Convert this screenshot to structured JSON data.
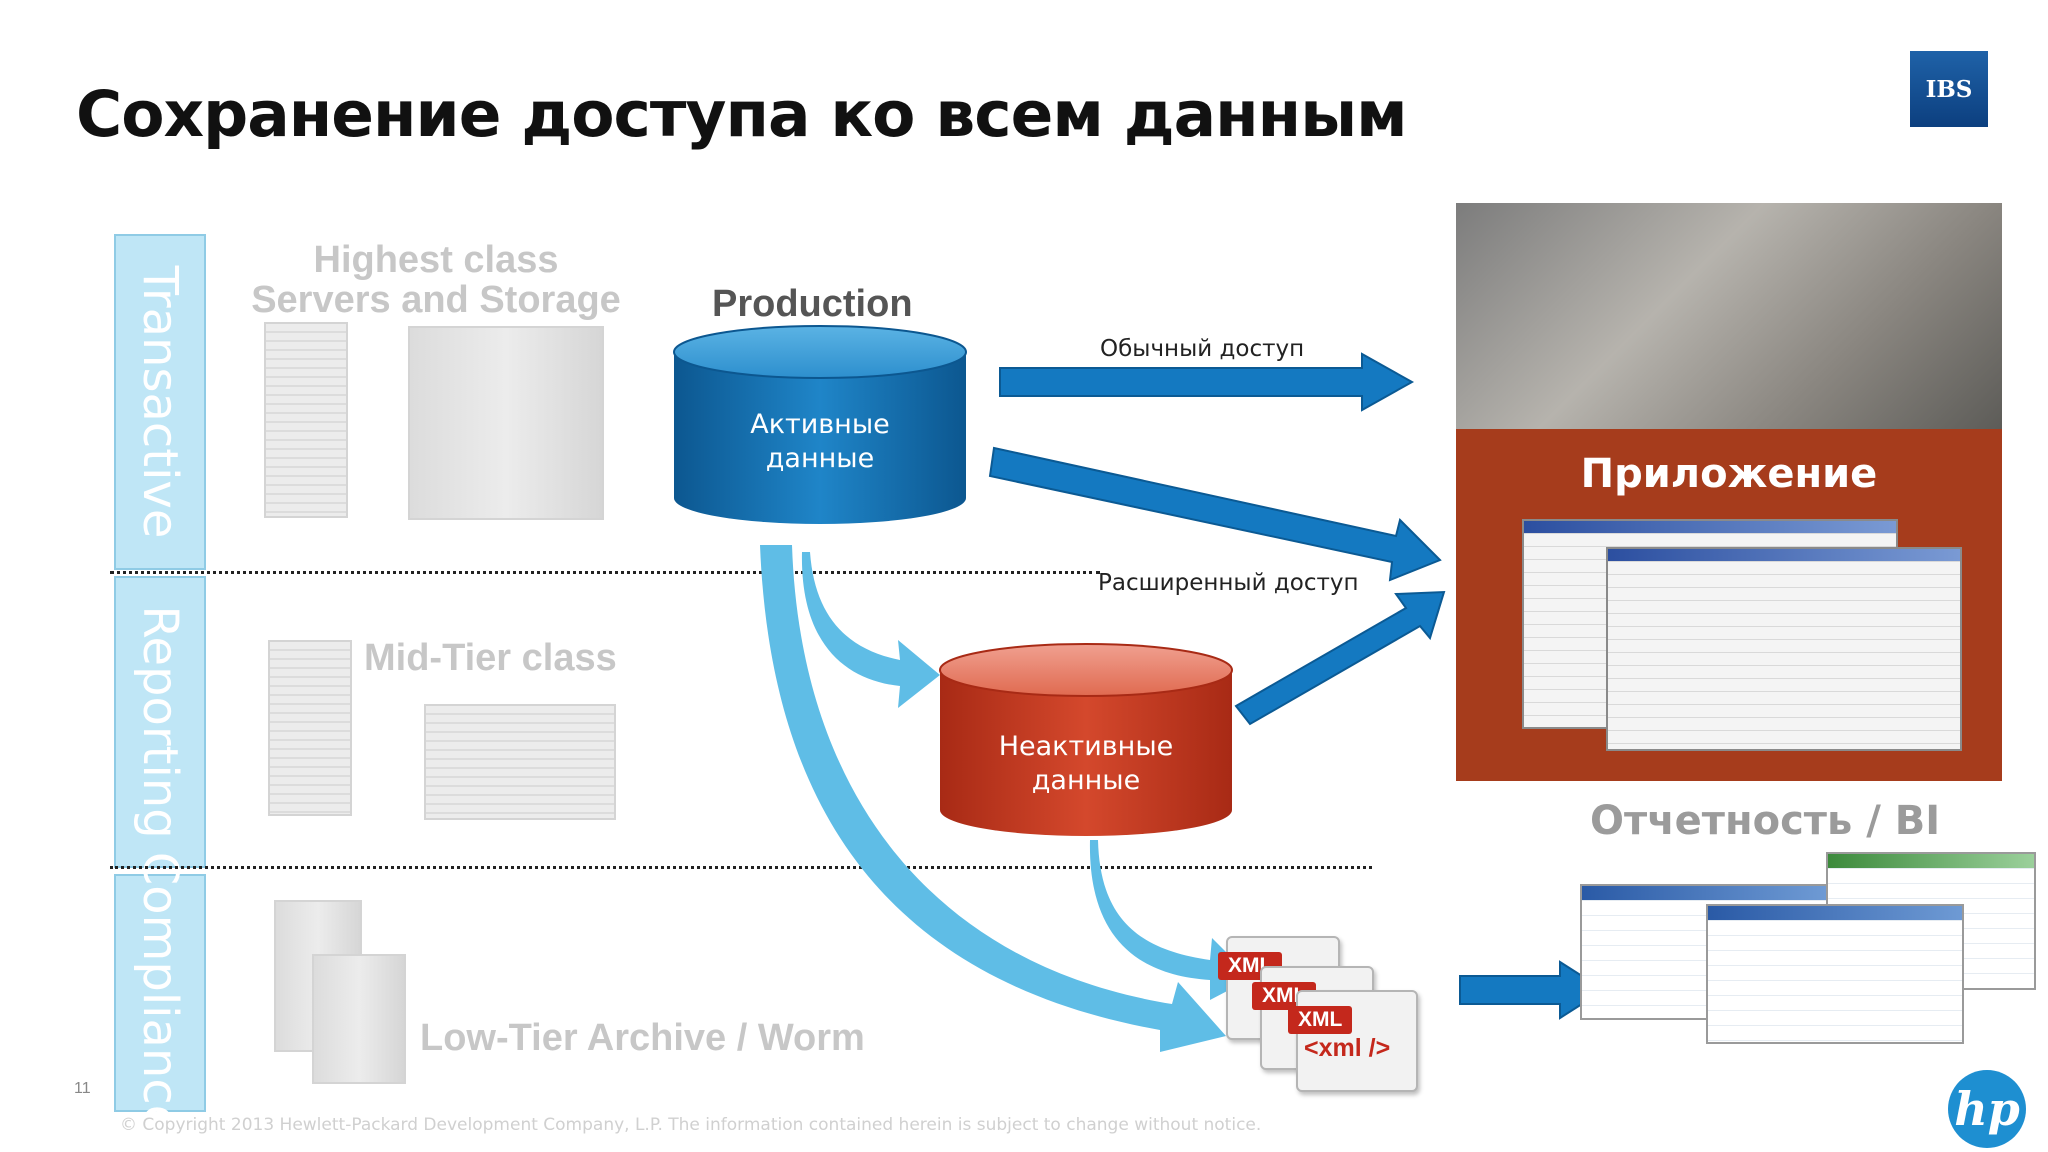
{
  "slide": {
    "title": "Сохранение доступа ко всем данным",
    "page_number": "11",
    "copyright": "© Copyright 2013 Hewlett-Packard Development Company, L.P.  The information contained herein is subject to change without notice."
  },
  "logos": {
    "ibs": "IBS",
    "hp": "hp"
  },
  "tiers": {
    "transactive": {
      "tab": "Transactive",
      "label_line1": "Highest class",
      "label_line2": "Servers and Storage"
    },
    "reporting": {
      "tab": "Reporting",
      "label": "Mid-Tier class"
    },
    "compliance": {
      "tab": "Compliance",
      "label": "Low-Tier Archive / Worm"
    }
  },
  "diagram": {
    "production_label": "Production",
    "active_data_line1": "Активные",
    "active_data_line2": "данные",
    "inactive_data_line1": "Неактивные",
    "inactive_data_line2": "данные",
    "normal_access": "Обычный доступ",
    "extended_access": "Расширенный доступ",
    "xml_tag": "XML",
    "xml_code": "<xml />"
  },
  "application": {
    "title": "Приложение"
  },
  "reporting_bi": {
    "title": "Отчетность / BI"
  },
  "colors": {
    "active_cylinder": "#1169a8",
    "inactive_cylinder": "#c23a22",
    "arrow_dark": "#1479c1",
    "arrow_light": "#5fbde6",
    "app_panel": "#a63c1c",
    "tier_tab": "#bfe6f6"
  }
}
